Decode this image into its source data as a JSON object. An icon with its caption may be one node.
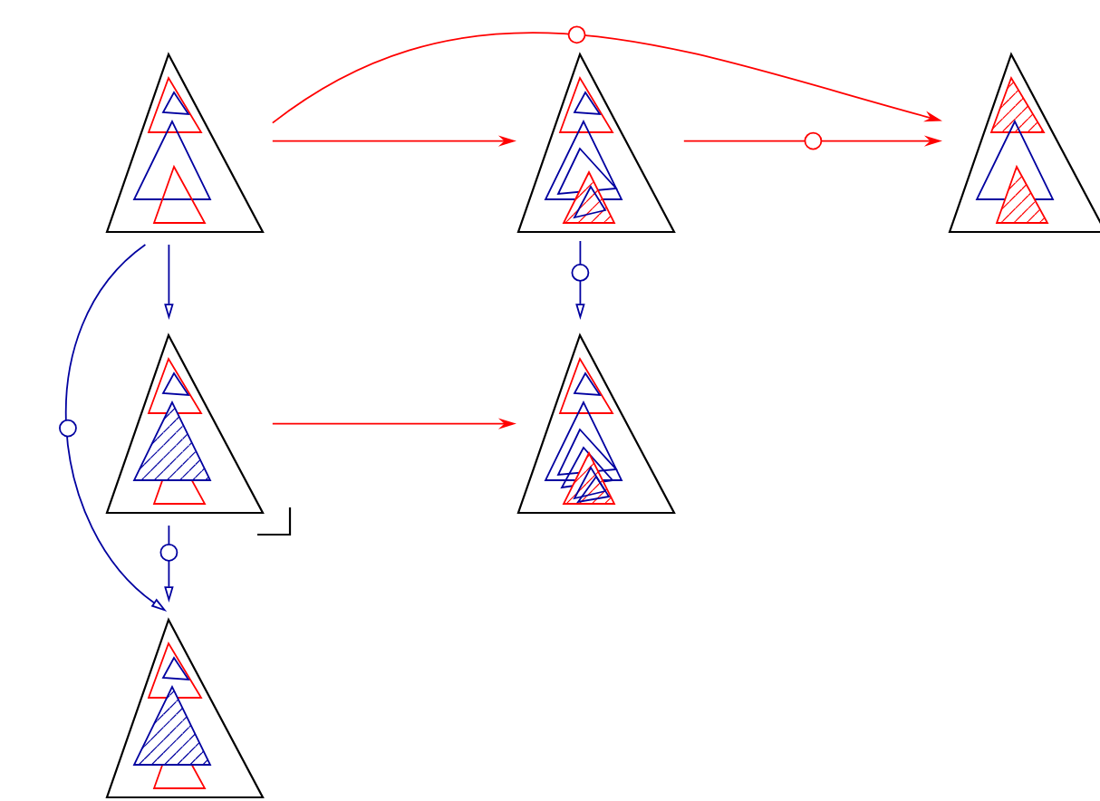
{
  "diagram": {
    "nodes": [
      {
        "text": [],
        "shape": "picture"
      },
      {
        "text": [],
        "shape": "picture"
      },
      {
        "text": [],
        "shape": "picture"
      },
      {
        "text": [],
        "shape": "picture"
      },
      {
        "text": [],
        "shape": "picture"
      },
      {
        "text": [],
        "shape": "picture"
      }
    ],
    "edges": [
      {
        "from": 0,
        "to": 1,
        "arrow": "to",
        "color": "#ff0000"
      },
      {
        "from": 1,
        "to": 2,
        "arrow": "to",
        "color": "#ff0000"
      },
      {
        "from": 0,
        "to": 2,
        "arrow": "to",
        "color": "#ff0000"
      },
      {
        "from": 0,
        "to": 3,
        "arrow": "to",
        "color": "#0000a0"
      },
      {
        "from": 0,
        "to": 5,
        "arrow": "to",
        "color": "#0000a0"
      },
      {
        "from": 3,
        "to": 5,
        "arrow": "to",
        "color": "#0000a0"
      },
      {
        "from": 3,
        "to": 4,
        "arrow": "to",
        "color": "#ff0000"
      },
      {
        "from": 1,
        "to": 4,
        "arrow": "to",
        "color": "#0000a0"
      }
    ]
  }
}
